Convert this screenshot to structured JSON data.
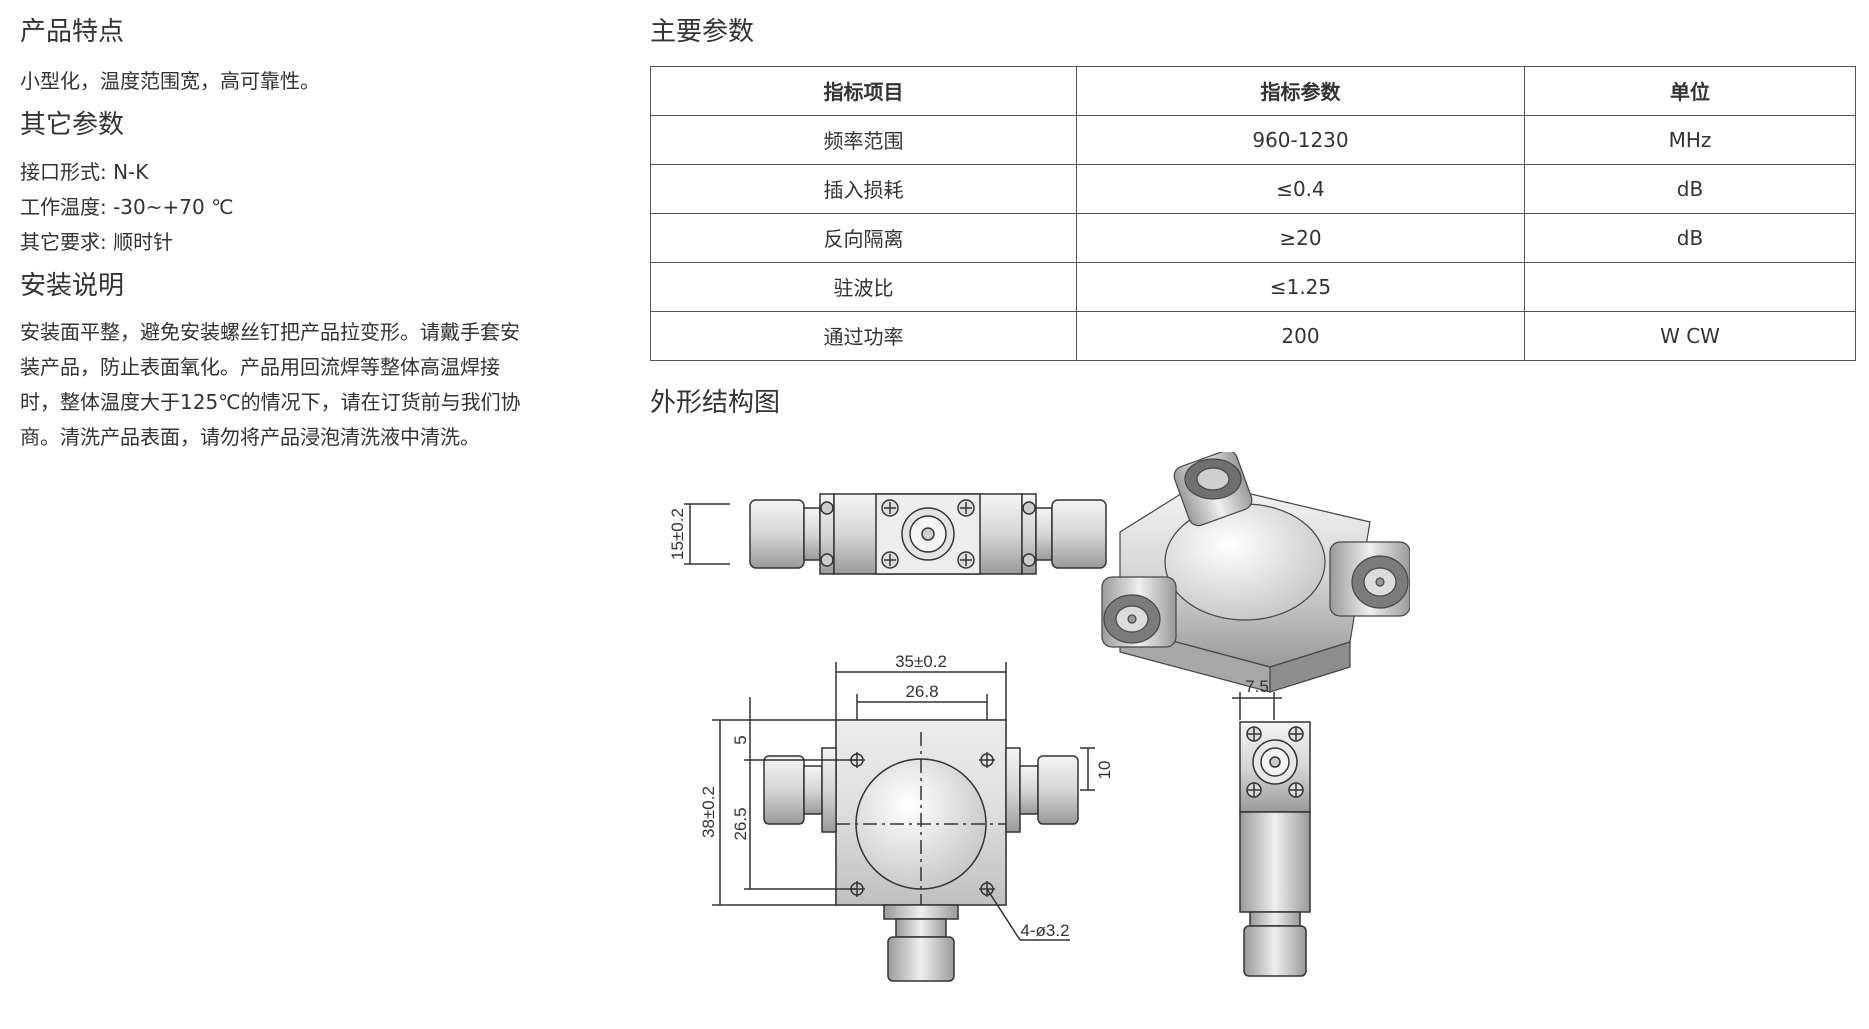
{
  "features": {
    "title": "产品特点",
    "text": "小型化，温度范围宽，高可靠性。"
  },
  "other_params": {
    "title": "其它参数",
    "lines": [
      "接口形式: N-K",
      "工作温度: -30~+70 ℃",
      "其它要求: 顺时针"
    ]
  },
  "install": {
    "title": "安装说明",
    "lines": [
      "安装面平整，避免安装螺丝钉把产品拉变形。请戴手套安",
      "装产品，防止表面氧化。产品用回流焊等整体高温焊接",
      "时，整体温度大于125℃的情况下，请在订货前与我们协",
      "商。清洗产品表面，请勿将产品浸泡清洗液中清洗。"
    ]
  },
  "main_params": {
    "title": "主要参数",
    "headers": [
      "指标项目",
      "指标参数",
      "单位"
    ],
    "rows": [
      [
        "频率范围",
        "960-1230",
        "MHz"
      ],
      [
        "插入损耗",
        "≤0.4",
        "dB"
      ],
      [
        "反向隔离",
        "≥20",
        "dB"
      ],
      [
        "驻波比",
        "≤1.25",
        ""
      ],
      [
        "通过功率",
        "200",
        "W CW"
      ]
    ]
  },
  "outline": {
    "title": "外形结构图",
    "dims": {
      "height_side": "15±0.2",
      "width_total": "35±0.2",
      "hole_spacing_x": "26.8",
      "top_offset": "5",
      "hole_spacing_y": "26.5",
      "height_total": "38±0.2",
      "connector_offset": "10",
      "hole_spec": "4-ø3.2",
      "depth": "7.5"
    }
  }
}
